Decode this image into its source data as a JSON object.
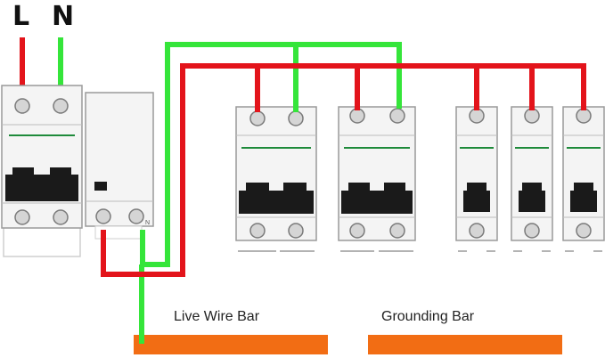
{
  "terminals": {
    "live": "L",
    "neutral": "N"
  },
  "bars": {
    "live_label": "Live Wire Bar",
    "ground_label": "Grounding Bar"
  },
  "colors": {
    "live_wire": "#e3141b",
    "neutral_wire": "#35e53a",
    "bar": "#f26d14",
    "breaker_body": "#f4f4f4",
    "breaker_outline": "#9a9a9a",
    "toggle": "#1a1a1a",
    "screw": "#d5d5d5",
    "indicator_line": "#1e8a3a"
  },
  "components": [
    {
      "name": "main-breaker-2pole",
      "poles": 2
    },
    {
      "name": "rcd-module",
      "poles": 2
    },
    {
      "name": "breaker-2pole-a",
      "poles": 2
    },
    {
      "name": "breaker-2pole-b",
      "poles": 2
    },
    {
      "name": "breaker-1pole-a",
      "poles": 1
    },
    {
      "name": "breaker-1pole-b",
      "poles": 1
    },
    {
      "name": "breaker-1pole-c",
      "poles": 1
    }
  ]
}
